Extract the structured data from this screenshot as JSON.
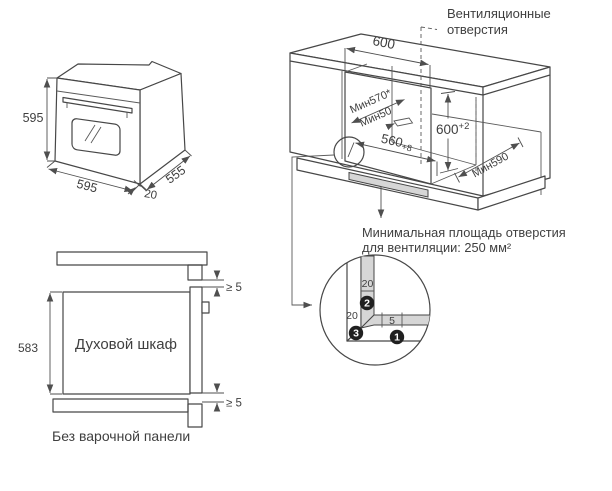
{
  "colors": {
    "line": "#474747",
    "dimension": "#4f4f4f",
    "text": "#3f3f3f",
    "spacer_gray": "#d6d6d6",
    "marker_black": "#202020",
    "background": "#ffffff"
  },
  "oven_view": {
    "dim_height": "595",
    "dim_width": "595",
    "dim_depth": "555",
    "dim_door_offset": "20"
  },
  "cabinet_view": {
    "vent_label_line1": "Вентиляционные",
    "vent_label_line2": "отверстия",
    "dim_top_width": "600",
    "dim_min_depth_upper": "Мин570*",
    "dim_min_rear_gap": "Мин50",
    "dim_niche_height": "600",
    "dim_niche_height_tol": "+2",
    "dim_niche_width": "560",
    "dim_niche_width_tol": "+8",
    "dim_min_depth_lower": "Мин590"
  },
  "vent_note": {
    "line1": "Минимальная площадь отверстия",
    "line2": "для вентиляции: 250 мм²"
  },
  "section_view": {
    "dim_height": "583",
    "oven_label": "Духовой шкаф",
    "gap_top": "≥ 5",
    "gap_bottom": "≥ 5",
    "caption": "Без варочной панели"
  },
  "detail_view": {
    "spacer_width_top": "20",
    "spacer_width_left": "20",
    "front_gap": "5",
    "marker_1": "1",
    "marker_2": "2",
    "marker_3": "3"
  }
}
